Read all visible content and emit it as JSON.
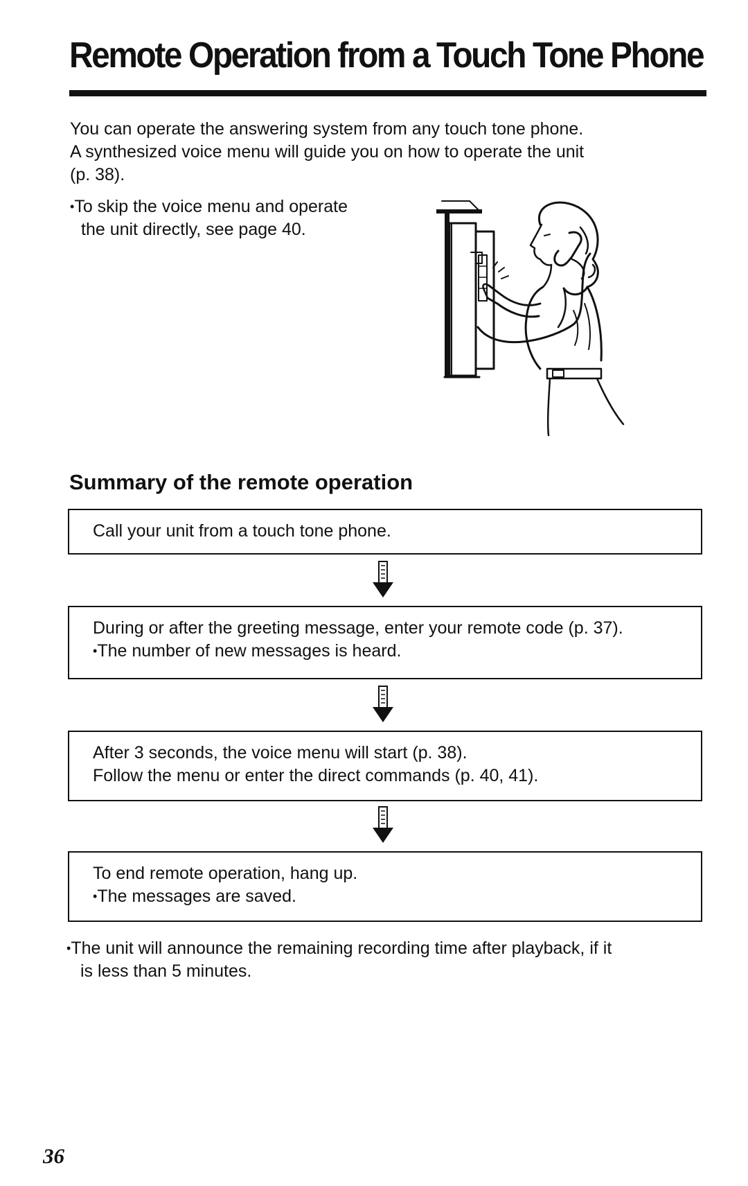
{
  "page": {
    "title": "Remote Operation from a Touch Tone Phone",
    "page_number": "36"
  },
  "intro": {
    "line1": "You can operate the answering system from any touch tone phone.",
    "line2": "A synthesized voice menu will guide you on how to operate the unit",
    "line3": "(p. 38).",
    "skip_bullet": "•",
    "skip_line1": "To skip the voice menu and operate",
    "skip_line2": "the unit directly, see page 40."
  },
  "illustration": {
    "icon": "woman-using-wall-phone-icon"
  },
  "summary": {
    "heading": "Summary of the remote operation",
    "steps": [
      {
        "text": "Call your unit from a touch tone phone."
      },
      {
        "text": "During or after the greeting message, enter your remote code (p. 37).",
        "bullet": "•",
        "note": "The number of new messages is heard."
      },
      {
        "text": "After 3 seconds, the voice menu will start (p. 38).",
        "text2": "Follow the menu or enter the direct commands (p. 40, 41)."
      },
      {
        "text": "To end remote operation, hang up.",
        "bullet": "•",
        "note": "The messages are saved."
      }
    ],
    "arrow_icon": "down-arrow-icon"
  },
  "footnote": {
    "bullet": "•",
    "line1": "The unit will announce the remaining recording time after playback, if it",
    "line2": "is less than 5 minutes."
  }
}
